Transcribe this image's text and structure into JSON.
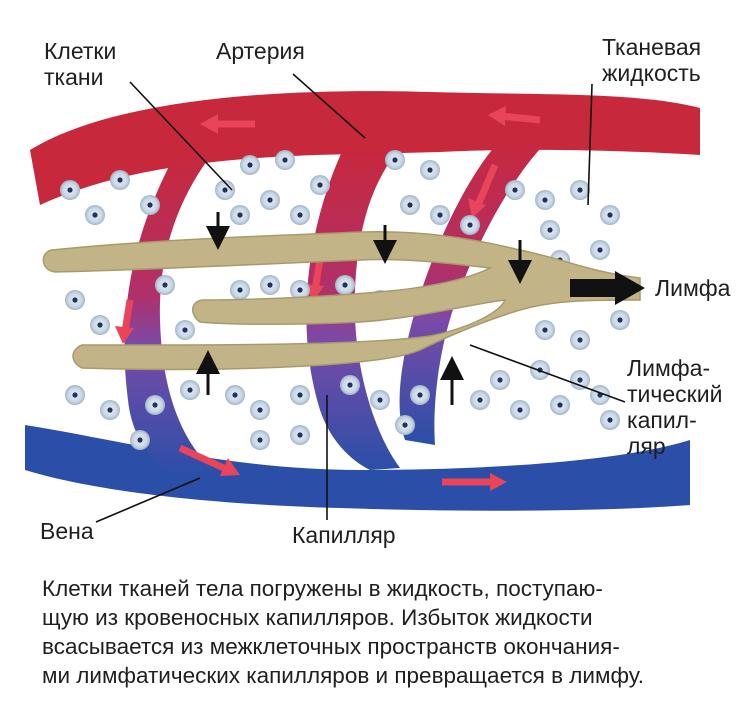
{
  "labels": {
    "cells": "Клетки\nткани",
    "artery": "Артерия",
    "tissue_fluid": "Тканевая\nжидкость",
    "lymph": "Лимфа",
    "lymph_capillary": "Лимфа-\nтический\nкапил-\nляр",
    "vein": "Вена",
    "capillary": "Капилляр"
  },
  "caption": {
    "lines": [
      "Клетки тканей тела погружены в жидкость, поступаю-",
      "щую из кровеносных капилляров. Избыток жидкости",
      "всасывается из межклеточных пространств окончания-",
      "ми лимфатических капилляров и превращается в лимфу."
    ]
  },
  "colors": {
    "artery": "#c8283c",
    "vein": "#2b4fa8",
    "lymph_vessel": "#c2b487",
    "tissue_background": "#ffffff",
    "cell": "#c9d7e4",
    "cell_nucleus": "#23315f",
    "flow_arrow": "#e8445a",
    "text": "#1f1f1f"
  }
}
